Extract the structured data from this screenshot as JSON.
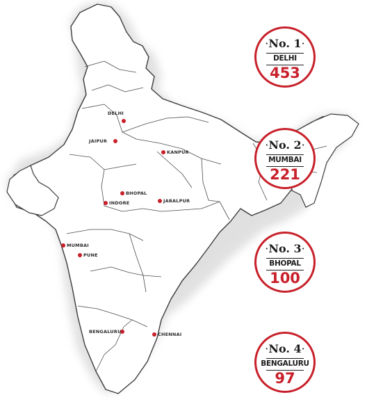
{
  "colors": {
    "accent": "#c8202a",
    "ink": "#1c1c1c",
    "map_fill": "#ffffff",
    "map_stroke": "#3a3a3a",
    "shadow": "#cfcfcf"
  },
  "map": {
    "cities": [
      {
        "id": "delhi",
        "label": "DELHI"
      },
      {
        "id": "jaipur",
        "label": "JAIPUR"
      },
      {
        "id": "kanpur",
        "label": "KANPUR"
      },
      {
        "id": "bhopal",
        "label": "BHOPAL"
      },
      {
        "id": "indore",
        "label": "INDORE"
      },
      {
        "id": "jabalpur",
        "label": "JABALPUR"
      },
      {
        "id": "mumbai",
        "label": "MUMBAI"
      },
      {
        "id": "pune",
        "label": "PUNE"
      },
      {
        "id": "bengaluru",
        "label": "BENGALURU"
      },
      {
        "id": "chennai",
        "label": "CHENNAI"
      }
    ]
  },
  "rankings": [
    {
      "rank_label": "No. 1",
      "city": "DELHI",
      "value": "453"
    },
    {
      "rank_label": "No. 2",
      "city": "MUMBAI",
      "value": "221"
    },
    {
      "rank_label": "No. 3",
      "city": "BHOPAL",
      "value": "100"
    },
    {
      "rank_label": "No. 4",
      "city": "BENGALURU",
      "value": "97"
    }
  ]
}
